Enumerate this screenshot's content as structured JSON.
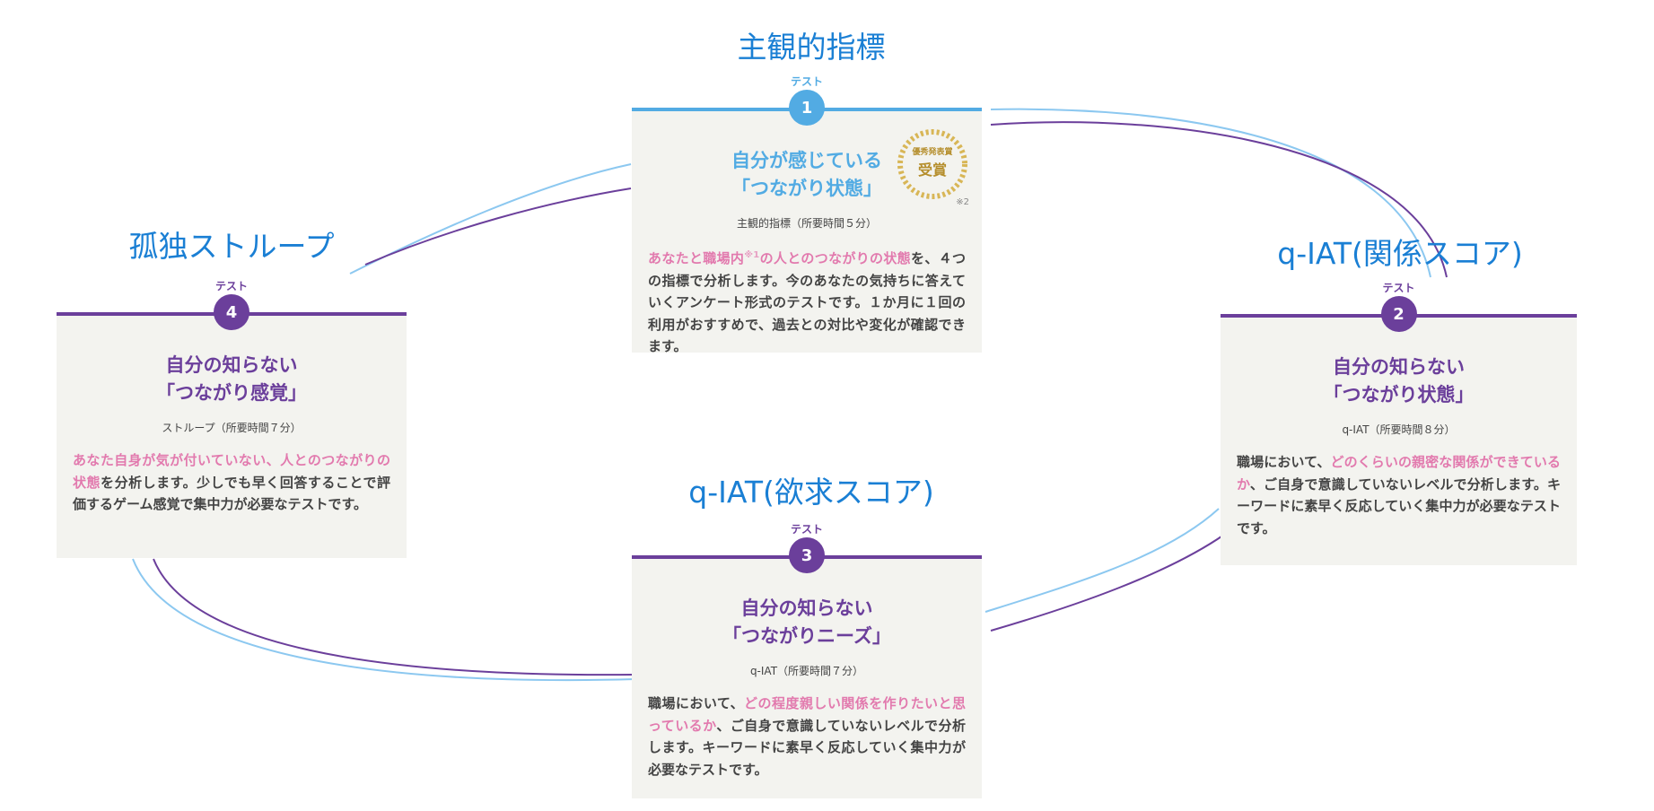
{
  "labels": {
    "subjective": "主観的指標",
    "stroop": "孤独ストループ",
    "qiat_relation": "q-IAT(関係スコア)",
    "qiat_desire": "q-IAT(欲求スコア)"
  },
  "cards": [
    {
      "test_label": "テスト",
      "number": "1",
      "title_line1": "自分が感じている",
      "title_line2": "「つながり状態」",
      "subtitle": "主観的指標（所要時間５分）",
      "desc_highlight": "あなたと職場内",
      "note_ref": "※1",
      "desc_highlight2": "の人とのつながりの状態",
      "desc_rest": "を、４つの指標で分析します。今のあなたの気持ちに答えていくアンケート形式のテストです。１か月に１回の利用がおすすめで、過去との対比や変化が確認できます。",
      "award_top": "優秀発表賞",
      "award_main": "受賞",
      "award_note": "※2"
    },
    {
      "test_label": "テスト",
      "number": "2",
      "title_line1": "自分の知らない",
      "title_line2": "「つながり状態」",
      "subtitle": "q-IAT（所要時間８分）",
      "desc_pre": "職場において、",
      "desc_highlight": "どのくらいの親密な関係ができているか",
      "desc_rest": "、ご自身で意識していないレベルで分析します。キーワードに素早く反応していく集中力が必要なテストです。"
    },
    {
      "test_label": "テスト",
      "number": "3",
      "title_line1": "自分の知らない",
      "title_line2": "「つながりニーズ」",
      "subtitle": "q-IAT（所要時間７分）",
      "desc_pre": "職場において、",
      "desc_highlight": "どの程度親しい関係を作りたいと思っているか",
      "desc_rest": "、ご自身で意識していないレベルで分析します。キーワードに素早く反応していく集中力が必要なテストです。"
    },
    {
      "test_label": "テスト",
      "number": "4",
      "title_line1": "自分の知らない",
      "title_line2": "「つながり感覚」",
      "subtitle": "ストループ（所要時間７分）",
      "desc_highlight": "あなた自身が気が付いていない、人とのつながりの状態",
      "desc_rest": "を分析します。少しでも早く回答することで評価するゲーム感覚で集中力が必要なテストです。"
    }
  ],
  "colors": {
    "blue": "#52abe3",
    "purple": "#6b3f9b",
    "pink": "#e27aae",
    "label": "#1a7fd4"
  }
}
